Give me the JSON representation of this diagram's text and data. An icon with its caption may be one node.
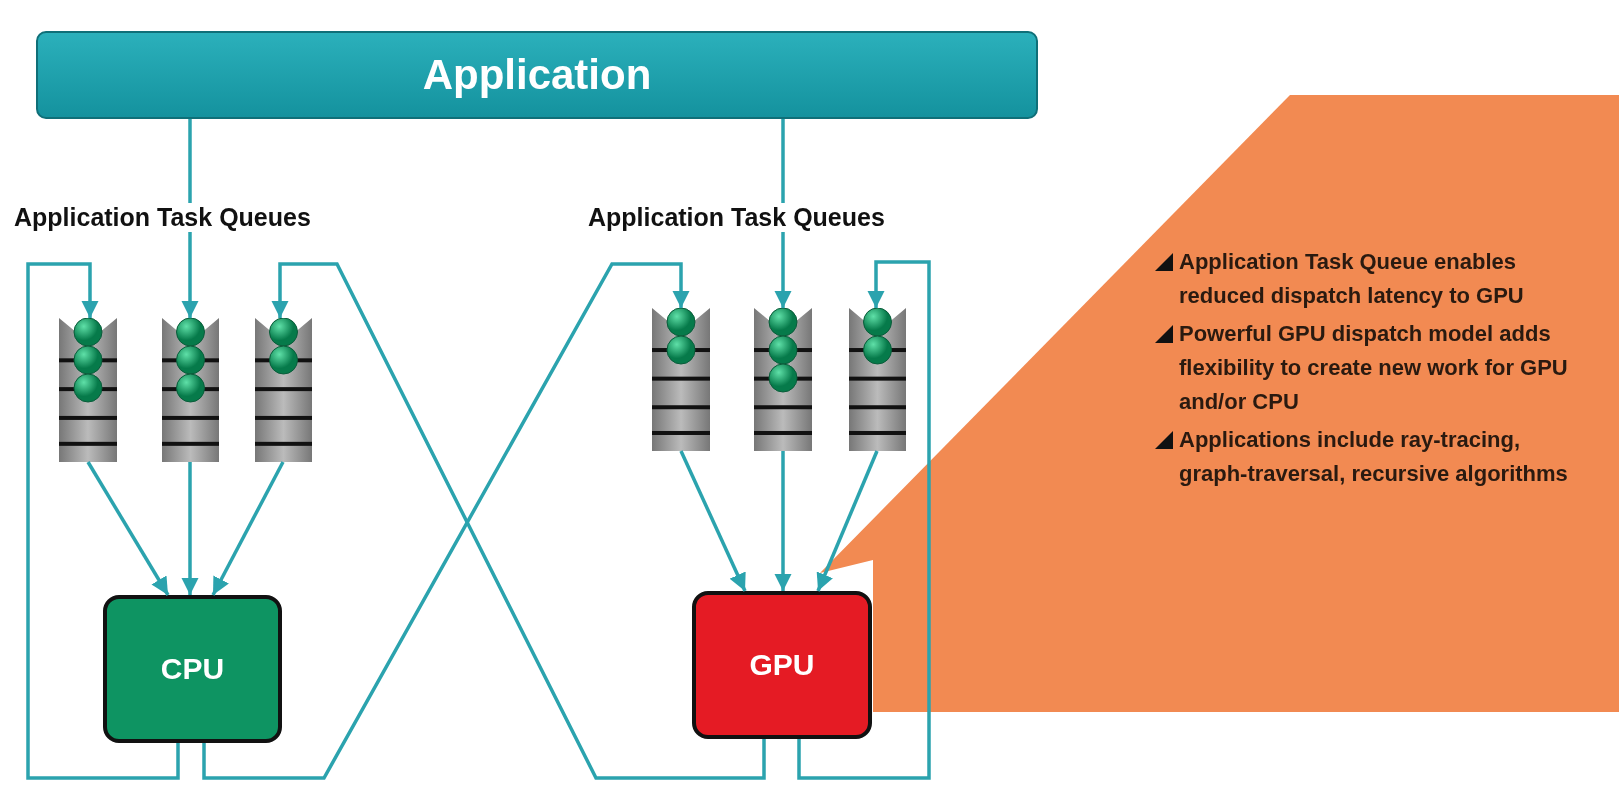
{
  "diagram": {
    "nodes": [
      {
        "text": [
          "Application"
        ]
      },
      {
        "text": [],
        "shape": "box"
      },
      {
        "text": [],
        "shape": "box"
      },
      {
        "text": [],
        "shape": "box"
      },
      {
        "text": [],
        "shape": "box"
      },
      {
        "text": [],
        "shape": "box"
      },
      {
        "text": [],
        "shape": "box"
      },
      {
        "text": [
          "CPU"
        ]
      },
      {
        "text": [
          "GPU"
        ]
      },
      {
        "text": [
          "Application Task Queue enables reduced dispatch latency to GPU",
          "Powerful GPU dispatch model adds flexibility to create new work for GPU and/or CPU",
          "Applications include ray-tracing, graph-traversal, recursive algorithms"
        ]
      }
    ],
    "edges": [
      {
        "from": 0,
        "to": 2,
        "arrow": "to"
      },
      {
        "from": 0,
        "to": 5,
        "arrow": "to"
      },
      {
        "from": 1,
        "to": 7,
        "arrow": "to"
      },
      {
        "from": 2,
        "to": 7,
        "arrow": "to"
      },
      {
        "from": 3,
        "to": 7,
        "arrow": "to"
      },
      {
        "from": 4,
        "to": 8,
        "arrow": "to"
      },
      {
        "from": 5,
        "to": 8,
        "arrow": "to"
      },
      {
        "from": 6,
        "to": 8,
        "arrow": "to"
      },
      {
        "from": 7,
        "to": 1,
        "arrow": "to"
      },
      {
        "from": 7,
        "to": 4,
        "arrow": "to"
      },
      {
        "from": 8,
        "to": 3,
        "arrow": "to"
      },
      {
        "from": 8,
        "to": 6,
        "arrow": "to"
      }
    ],
    "labels": [
      "Application Task Queues",
      "Application Task Queues"
    ]
  }
}
